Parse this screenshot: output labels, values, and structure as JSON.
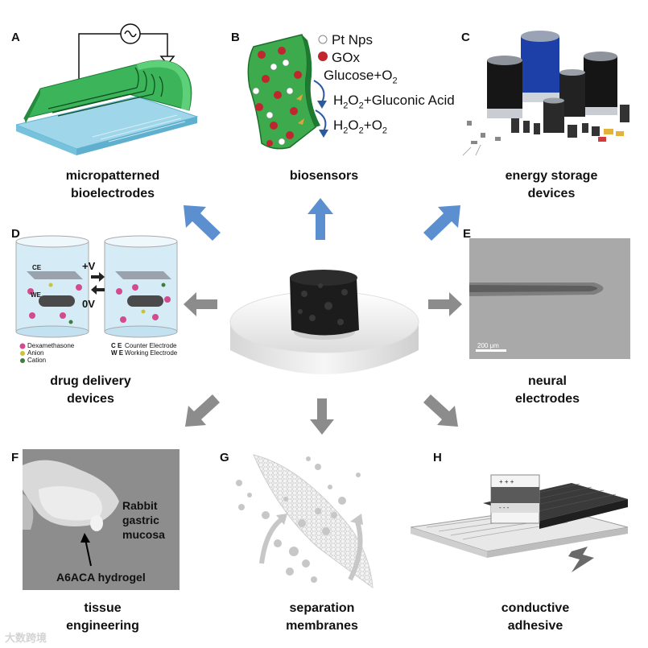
{
  "panels": {
    "A": {
      "letter": "A",
      "caption_line1": "micropatterned",
      "caption_line2": "bioelectrodes"
    },
    "B": {
      "letter": "B",
      "caption_line1": "biosensors",
      "legend_pt": "Pt Nps",
      "legend_gox": "GOx",
      "reaction1": "Glucose+O",
      "reaction1_sub": "2",
      "reaction2_a": "H",
      "reaction2_sub1": "2",
      "reaction2_b": "O",
      "reaction2_sub2": "2",
      "reaction2_c": "+Gluconic Acid",
      "reaction3_a": "H",
      "reaction3_sub1": "2",
      "reaction3_b": "O",
      "reaction3_sub2": "2",
      "reaction3_c": "+O",
      "reaction3_sub3": "2"
    },
    "C": {
      "letter": "C",
      "caption_line1": "energy storage",
      "caption_line2": "devices"
    },
    "D": {
      "letter": "D",
      "caption_line1": "drug delivery",
      "caption_line2": "devices",
      "plus_v": "+V",
      "zero_v": "0V",
      "ce": "CE",
      "we": "WE",
      "legend": [
        "Dexamethasone",
        "Anion",
        "Cation"
      ],
      "legend_right_ce": "C E",
      "legend_right_ce_text": "Counter Electrode",
      "legend_right_we": "W E",
      "legend_right_we_text": "Working Electrode"
    },
    "E": {
      "letter": "E",
      "caption_line1": "neural",
      "caption_line2": "electrodes",
      "scalebar": "200 μm"
    },
    "F": {
      "letter": "F",
      "caption_line1": "tissue",
      "caption_line2": "engineering",
      "label1": "Rabbit",
      "label2": "gastric",
      "label3": "mucosa",
      "label4": "A6ACA hydrogel"
    },
    "G": {
      "letter": "G",
      "caption_line1": "separation",
      "caption_line2": "membranes"
    },
    "H": {
      "letter": "H",
      "caption_line1": "conductive",
      "caption_line2": "adhesive"
    }
  },
  "watermark": "大数跨境",
  "colors": {
    "blue_arrow": "#5b8fd0",
    "gray_arrow": "#8c8c8c",
    "green": "#2fa84f",
    "gel": "#222222"
  }
}
